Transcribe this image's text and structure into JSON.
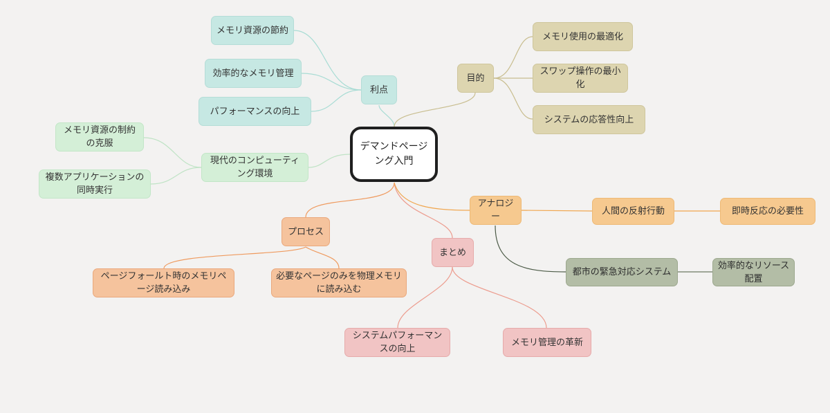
{
  "mindmap": {
    "root": "デマンドページング入門",
    "branches": {
      "benefits": {
        "label": "利点",
        "children": [
          "メモリ資源の節約",
          "効率的なメモリ管理",
          "パフォーマンスの向上"
        ]
      },
      "purpose": {
        "label": "目的",
        "children": [
          "メモリ使用の最適化",
          "スワップ操作の最小化",
          "システムの応答性向上"
        ]
      },
      "modern": {
        "label": "現代のコンピューティング環境",
        "children": [
          "メモリ資源の制約の克服",
          "複数アプリケーションの同時実行"
        ]
      },
      "analogy": {
        "label": "アナロジー",
        "reflex": "人間の反射行動",
        "reflex_child": "即時反応の必要性",
        "city": "都市の緊急対応システム",
        "city_child": "効率的なリソース配置"
      },
      "process": {
        "label": "プロセス",
        "children": [
          "ページフォールト時のメモリページ読み込み",
          "必要なページのみを物理メモリに読み込む"
        ]
      },
      "summary": {
        "label": "まとめ",
        "children": [
          "システムパフォーマンスの向上",
          "メモリ管理の革新"
        ]
      }
    }
  },
  "colors": {
    "background": "#f3f2f1",
    "teal": "#c6e8e3",
    "green": "#d4efd7",
    "khaki": "#ddd5b0",
    "orange": "#f6c98f",
    "salmon": "#f5c39d",
    "pink": "#f1c4c4",
    "sage": "#b3bda6"
  }
}
